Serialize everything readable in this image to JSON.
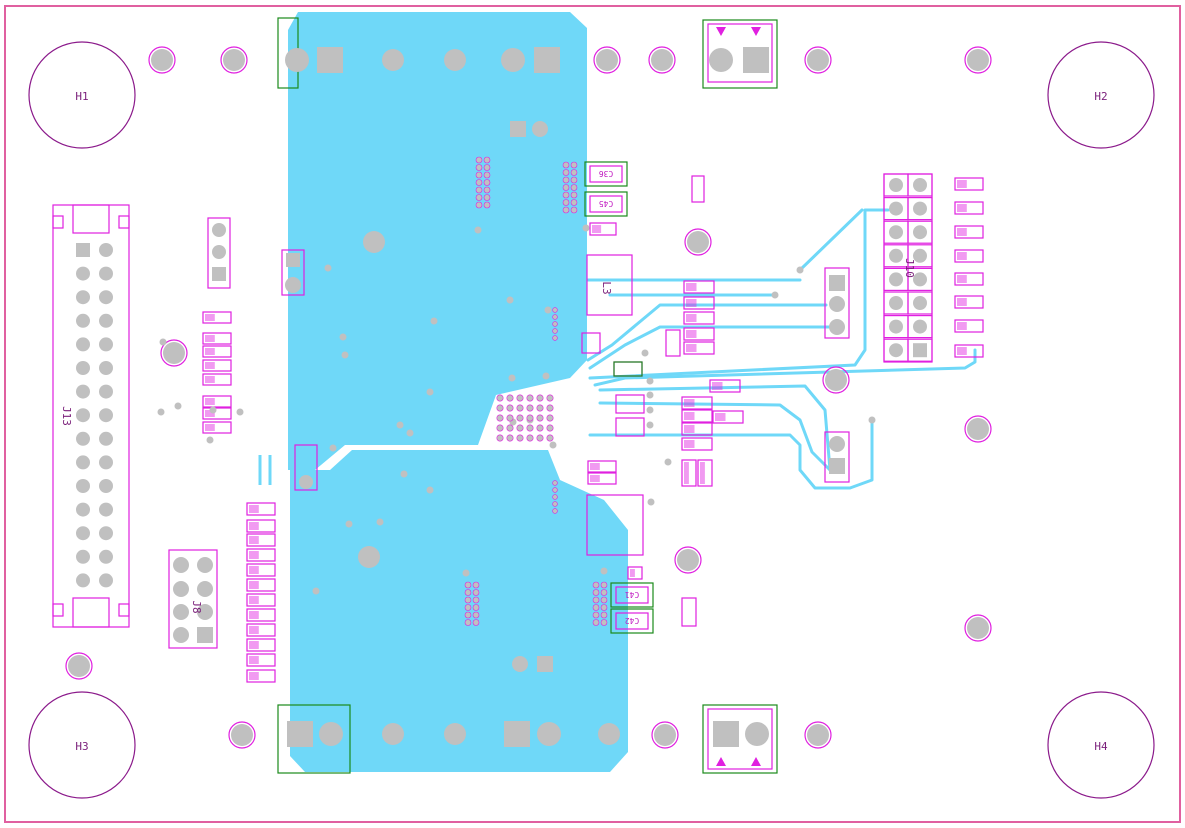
{
  "board": {
    "outline_color": "#e060a0",
    "copper_color": "#6fd8f8",
    "silk_color": "#e020e0",
    "pad_color": "#c0c0c0"
  },
  "mounting_holes": [
    {
      "id": "h1",
      "label": "H1"
    },
    {
      "id": "h2",
      "label": "H2"
    },
    {
      "id": "h3",
      "label": "H3"
    },
    {
      "id": "h4",
      "label": "H4"
    }
  ],
  "connectors": {
    "j13": "J13",
    "j10": "J10",
    "l3": "L3",
    "j8": "J8"
  },
  "capacitors": {
    "c36": "C36",
    "c45": "C45",
    "c41": "C41",
    "c42": "C42"
  },
  "icons": {
    "arrow": "triangle-down-icon",
    "arrow_up": "triangle-up-icon"
  }
}
